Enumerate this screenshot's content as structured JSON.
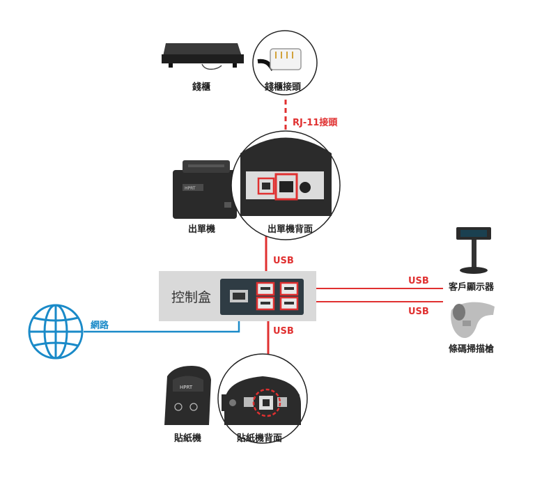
{
  "labels": {
    "cash_drawer": "錢櫃",
    "cash_drawer_connector": "錢櫃接頭",
    "rj11_connector": "RJ-11接頭",
    "receipt_printer": "出單機",
    "receipt_printer_back": "出單機背面",
    "usb_printer": "USB",
    "control_box": "控制盒",
    "usb_display": "USB",
    "customer_display": "客戶顯示器",
    "usb_scanner": "USB",
    "barcode_scanner": "條碼掃描槍",
    "network": "網路",
    "usb_label_printer": "USB",
    "label_printer": "貼紙機",
    "label_printer_back": "貼紙機背面",
    "label_printer_brand": "HPRT",
    "receipt_printer_brand": "HPRT"
  },
  "colors": {
    "usb_line": "#e03030",
    "network_line": "#1a8ac8",
    "control_box_bg": "#d9d9d9",
    "device_dark": "#2b2b2b"
  }
}
